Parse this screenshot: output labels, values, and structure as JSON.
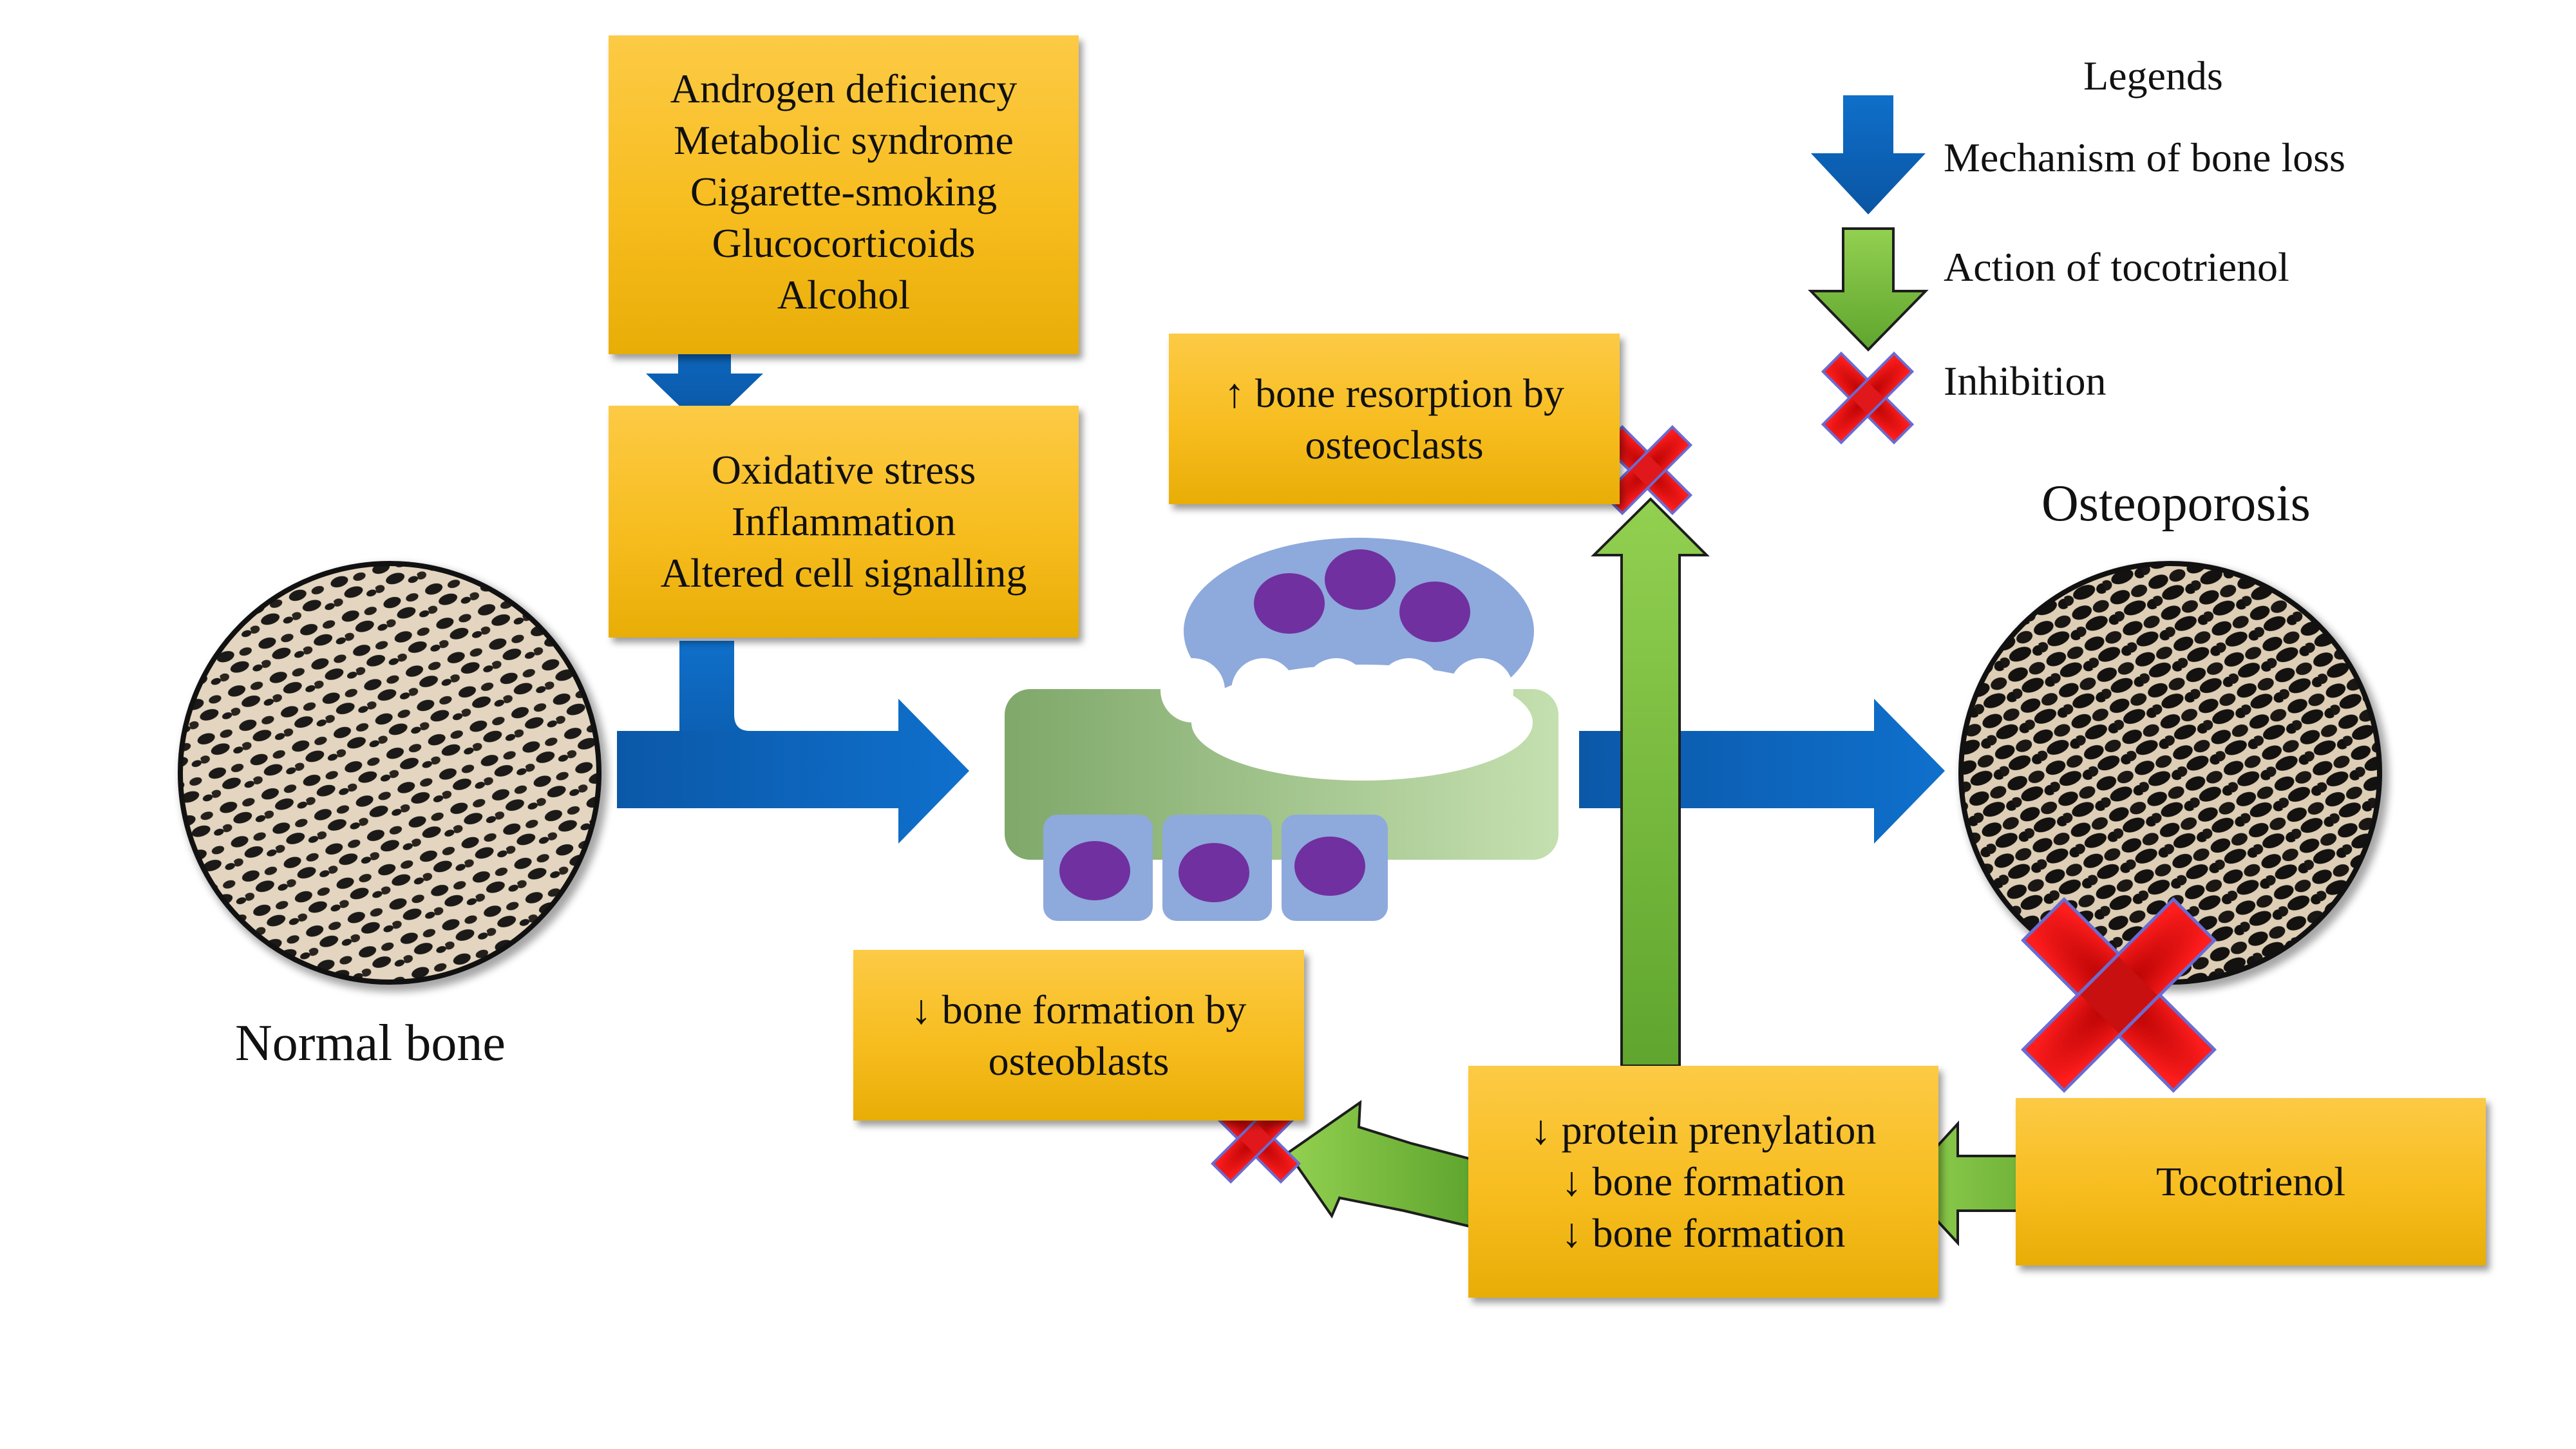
{
  "boxes": {
    "risk_factors": [
      "Androgen deficiency",
      "Metabolic syndrome",
      "Cigarette-smoking",
      "Glucocorticoids",
      "Alcohol"
    ],
    "mechanisms": [
      "Oxidative stress",
      "Inflammation",
      "Altered cell signalling"
    ],
    "resorption": [
      "↑ bone resorption by",
      "osteoclasts"
    ],
    "formation_low": [
      "↓ bone formation by",
      "osteoblasts"
    ],
    "prenylation": [
      "↓ protein prenylation",
      "↓ bone formation",
      "↓ bone formation"
    ],
    "tocotrienol": "Tocotrienol"
  },
  "labels": {
    "normal_bone": "Normal bone",
    "osteoporosis": "Osteoporosis"
  },
  "legend": {
    "title": "Legends",
    "items": [
      {
        "icon": "blue-arrow-icon",
        "label": "Mechanism of bone loss"
      },
      {
        "icon": "green-arrow-icon",
        "label": "Action of tocotrienol"
      },
      {
        "icon": "red-cross-icon",
        "label": "Inhibition"
      }
    ]
  },
  "colors": {
    "box": "#f7bd1f",
    "blue_arrow": "#0a63b8",
    "green_arrow": "#7cc242",
    "inhibition": "#e0181b",
    "osteoclast": "#8ea9dc",
    "nucleus": "#7030a0",
    "bone_matrix": "#a9d18e"
  }
}
